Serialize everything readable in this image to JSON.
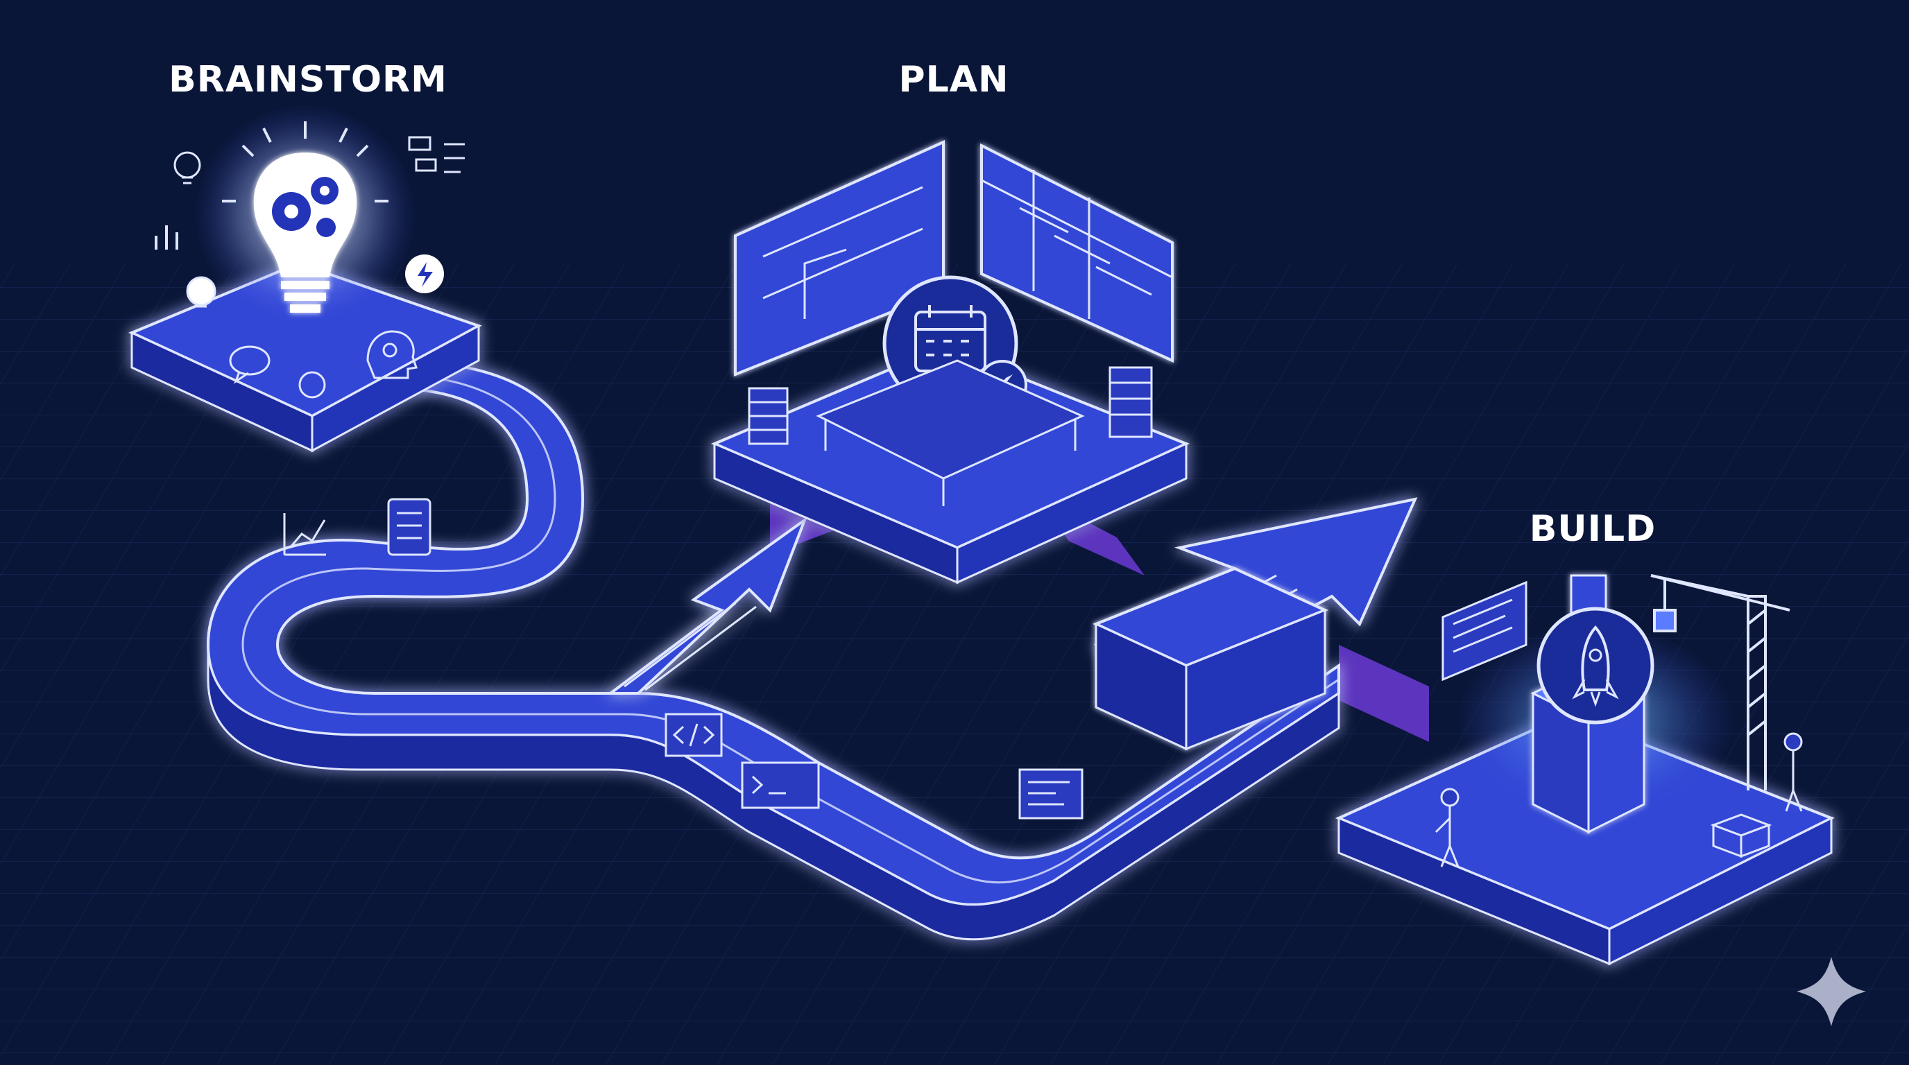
{
  "stages": [
    {
      "id": "brainstorm",
      "label": "BRAINSTORM"
    },
    {
      "id": "plan",
      "label": "PLAN"
    },
    {
      "id": "build",
      "label": "BUILD"
    }
  ],
  "colors": {
    "background": "#0a1638",
    "platform": "#3346d6",
    "platform_dark": "#1d2aa0",
    "line": "#dfe6ff",
    "glow": "#5c7cff",
    "connector": "#7b3fe0"
  },
  "icons": {
    "brainstorm": [
      "lightbulb-icon",
      "gear-icon",
      "bar-chart-icon",
      "lightning-icon",
      "speech-bubble-icon",
      "head-gear-icon",
      "flowchart-icon"
    ],
    "plan": [
      "calendar-icon",
      "compass-icon",
      "gantt-chart-icon",
      "blueprint-icon",
      "document-stack-icon",
      "meeting-table-icon"
    ],
    "road": [
      "clipboard-checklist-icon",
      "growth-chart-icon",
      "code-tag-icon",
      "arrow-icon",
      "terminal-icon"
    ],
    "build": [
      "rocket-icon",
      "crane-icon",
      "server-tower-icon",
      "code-window-icon",
      "worker-icon",
      "block-icon"
    ],
    "watermark": "sparkle-icon"
  }
}
